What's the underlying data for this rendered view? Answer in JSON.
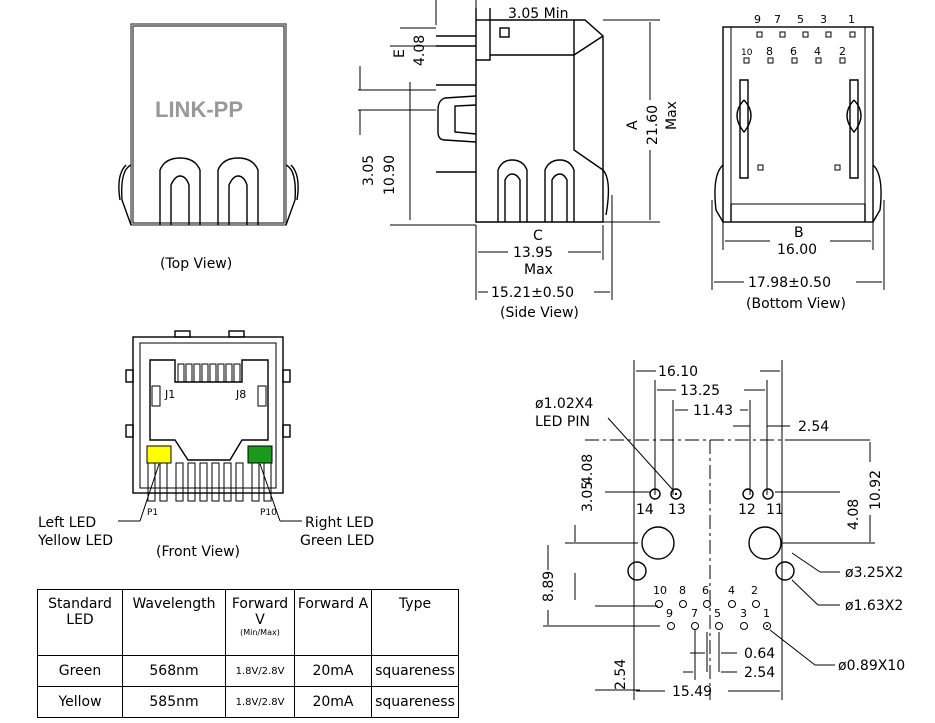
{
  "brand": "LINK-PP",
  "views": {
    "top": "(Top View)",
    "side": "(Side View)",
    "bottom": "(Bottom View)",
    "front": "(Front View)"
  },
  "side_dims": {
    "min_305": "3.05  Min",
    "e_label": "E",
    "e_val": "4.08",
    "d1": "3.05",
    "d2": "10.90",
    "a_label": "A",
    "a_val": "21.60",
    "a_max": "Max",
    "c_label": "C",
    "c_val": "13.95",
    "c_max": "Max",
    "overall": "15.21±0.50"
  },
  "bottom_dims": {
    "pins_top": [
      "9",
      "7",
      "5",
      "3",
      "1"
    ],
    "pins_bottom": [
      "10",
      "8",
      "6",
      "4",
      "2"
    ],
    "b_label": "B",
    "b_val": "16.00",
    "overall": "17.98±0.50"
  },
  "front": {
    "j1": "J1",
    "j8": "J8",
    "p1": "P1",
    "p10": "P10",
    "left_led": "Left LED",
    "left_color": "Yellow LED",
    "right_led": "Right LED",
    "right_color": "Green LED",
    "yellow": "#ffff00",
    "green": "#1a9a1a"
  },
  "footprint": {
    "w1": "16.10",
    "w2": "13.25",
    "w3": "11.43",
    "w4": "2.54",
    "led_pin": "ø1.02X4",
    "led_pin2": "LED  PIN",
    "h408": "4.08",
    "h305": "3.05",
    "h1092": "10.92",
    "h408b": "4.08",
    "p14": "14",
    "p13": "13",
    "p12": "12",
    "p11": "11",
    "h889": "8.89",
    "h254": "2.54",
    "d325": "ø3.25X2",
    "d163": "ø1.63X2",
    "d089": "ø0.89X10",
    "d064": "0.64",
    "d254b": "2.54",
    "w1549": "15.49",
    "pin_row_top": [
      "10",
      "8",
      "6",
      "4",
      "2"
    ],
    "pin_row_bottom": [
      "9",
      "7",
      "5",
      "3",
      "1"
    ]
  },
  "table": {
    "headers": [
      "Standard LED",
      "Wavelength",
      "Forward V",
      "(Min/Max)",
      "Forward A",
      "Type"
    ],
    "rows": [
      [
        "Green",
        "568nm",
        "1.8V/2.8V",
        "20mA",
        "squareness"
      ],
      [
        "Yellow",
        "585nm",
        "1.8V/2.8V",
        "20mA",
        "squareness"
      ]
    ]
  }
}
